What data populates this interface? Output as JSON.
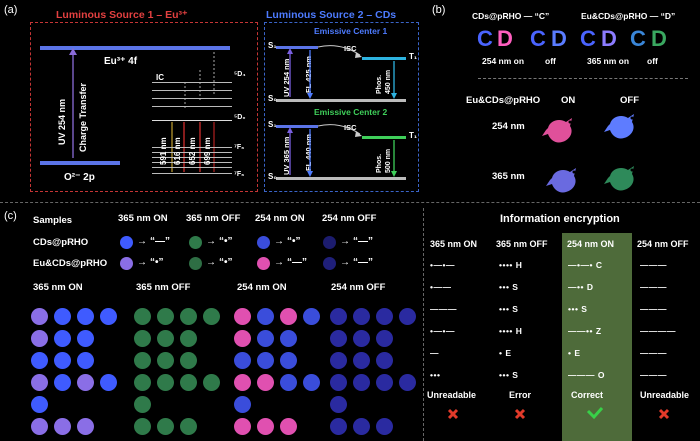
{
  "panel_a": {
    "label": "(a)",
    "left_title": "Luminous Source 1 – Eu³⁺",
    "right_title": "Luminous Source 2 – CDs",
    "eu_4f": "Eu³⁺ 4f",
    "o_2p": "O²⁻ 2p",
    "charge_transfer": "Charge Transfer",
    "uv254": "UV 254 nm",
    "ic": "IC",
    "level_5d4": "⁵D₄",
    "level_5d0": "⁵D₀",
    "level_7f6a": "⁷F₆",
    "level_7f6b": "⁷F₆",
    "wavelengths": [
      "591 nm",
      "616 nm",
      "652 nm",
      "699 nm"
    ],
    "center1": {
      "title": "Emissive Center 1",
      "s1": "S₁",
      "s0": "S₀",
      "t1": "T₁",
      "isc": "ISC",
      "uv": "UV 254 nm",
      "fl": "FL 425 nm",
      "phos": "Phos.",
      "phos_nm": "450 nm"
    },
    "center2": {
      "title": "Emissive Center 2",
      "s1": "S₁",
      "s0": "S₀",
      "t1": "T₁",
      "isc": "ISC",
      "uv": "UV 365 nm",
      "fl": "FL 440 nm",
      "phos": "Phos.",
      "phos_nm": "500 nm"
    }
  },
  "panel_b": {
    "label": "(b)",
    "cds_title": "CDs@pRHO — “C”",
    "eucds_title": "Eu&CDs@pRHO — “D”",
    "letters": [
      "C",
      "D",
      "C",
      "D",
      "C",
      "D",
      "C",
      "D"
    ],
    "letter_colors": [
      "#4a64ff",
      "#ff5fbf",
      "#4a64ff",
      "#5a7cff",
      "#4a64ff",
      "#8c7cff",
      "#3a86d8",
      "#3aa860"
    ],
    "states": [
      "254 nm on",
      "off",
      "365 nm on",
      "off"
    ],
    "material": "Eu&CDs@pRHO",
    "on": "ON",
    "off": "OFF",
    "row1": "254 nm",
    "row2": "365 nm",
    "bird_colors": [
      "#e0509a",
      "#5e7cff",
      "#6a6ae0",
      "#2e8a5a"
    ]
  },
  "panel_c": {
    "label": "(c)",
    "samples_header": "Samples",
    "conditions": [
      "365 nm ON",
      "365 nm OFF",
      "254 nm ON",
      "254 nm OFF"
    ],
    "rows": [
      {
        "name": "CDs@pRHO",
        "colors": [
          "#3f5bff",
          "#2f7a4a",
          "#3a4ddb",
          "#1c1c6e"
        ],
        "codes": [
          "“—”",
          "“•”",
          "“•”",
          "“—”"
        ]
      },
      {
        "name": "Eu&CDs@pRHO",
        "colors": [
          "#8a6ee6",
          "#2e6e44",
          "#e050b0",
          "#1f1f7a"
        ],
        "codes": [
          "“•”",
          "“•”",
          "“—”",
          "“—”"
        ]
      }
    ],
    "grid_titles": [
      "365 nm ON",
      "365 nm OFF",
      "254 nm ON",
      "254 nm OFF"
    ],
    "encryption": {
      "title": "Information encryption",
      "headers": [
        "365  nm ON",
        "365 nm OFF",
        "254 nm ON",
        "254 nm OFF"
      ],
      "col1": [
        "•—•—",
        "•——",
        "———",
        "•—•—",
        "—",
        "•••"
      ],
      "col2": [
        "••••  H",
        "•••  S",
        "•••  S",
        "••••  H",
        "•  E",
        "•••  S"
      ],
      "col3": [
        "—•—•  C",
        "—••  D",
        "•••  S",
        "——••  Z",
        "•  E",
        "———  O"
      ],
      "col4": [
        "———",
        "———",
        "———",
        "————",
        "———",
        "———"
      ],
      "verdicts": [
        "Unreadable",
        "Error",
        "Correct",
        "Unreadable"
      ]
    }
  }
}
